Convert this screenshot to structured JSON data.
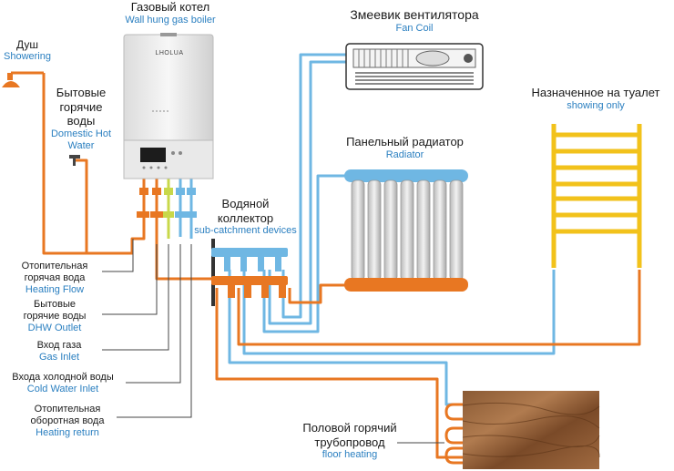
{
  "colors": {
    "hot": "#e87722",
    "cold": "#6fb7e3",
    "gas": "#c8d84a",
    "towel": "#f2c21b",
    "line": "#333333",
    "english_label": "#2a7fc0"
  },
  "labels": {
    "boiler_ru": "Газовый котел",
    "boiler_en": "Wall hung gas boiler",
    "boiler_brand": "LHOLUA",
    "fancoil_ru": "Змеевик вентилятора",
    "fancoil_en": "Fan Coil",
    "shower_ru": "Душ",
    "shower_en": "Showering",
    "dhw_ru_1": "Бытовые",
    "dhw_ru_2": "горячие",
    "dhw_ru_3": "воды",
    "dhw_en_1": "Domestic Hot",
    "dhw_en_2": "Water",
    "radiator_ru": "Панельный радиатор",
    "radiator_en": "Radiator",
    "towel_ru": "Назначенное на туалет",
    "towel_en": "showing only",
    "collector_ru_1": "Водяной",
    "collector_ru_2": "коллектор",
    "collector_en": "sub-catchment devices",
    "heating_flow_ru_1": "Отопительная",
    "heating_flow_ru_2": "горячая вода",
    "heating_flow_en": "Heating Flow",
    "dhw_outlet_ru_1": "Бытовые",
    "dhw_outlet_ru_2": "горячие воды",
    "dhw_outlet_en": "DHW Outlet",
    "gas_ru": "Вход газа",
    "gas_en": "Gas Inlet",
    "cold_ru": "Входа холодной воды",
    "cold_en": "Cold Water Inlet",
    "return_ru_1": "Отопительная",
    "return_ru_2": "оборотная вода",
    "return_en": "Heating return",
    "floor_ru_1": "Половой горячий",
    "floor_ru_2": "трубопровод",
    "floor_en": "floor heating"
  }
}
